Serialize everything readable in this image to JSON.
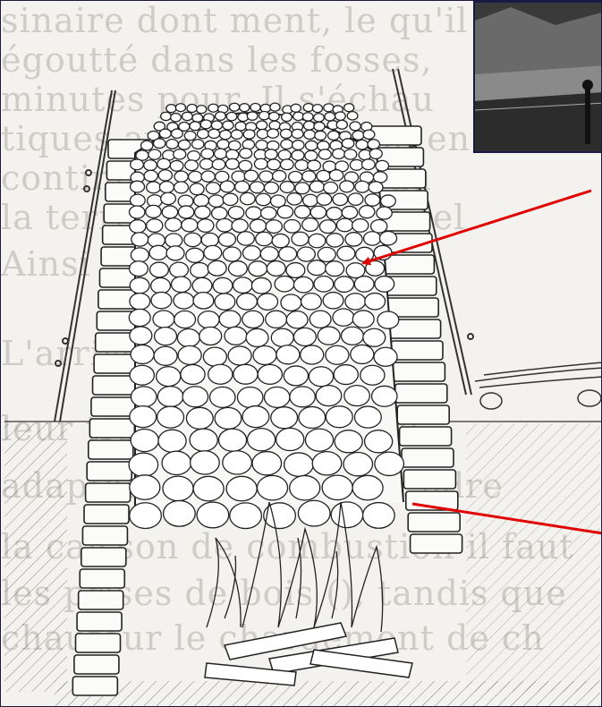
{
  "background_text_lines": [
    "sinaire dont ment, le qu'il",
    "égoutté dans les fosses,",
    "minutes pour. Il s'échau",
    "tiques avant la cuisson en l'air",
    "continue de chauffer au",
    "la terre sous ses pieds tel",
    "Ainsi",
    "",
    "L'arrivée des ouvriers",
    "",
    "leur travail hors du feu",
    "",
    "adaptée en cours de cendre",
    "",
    "la caisson de combustion il faut",
    "les prises de bois (), tandis que",
    "chaufour le chargement de ch"
  ],
  "photo": {
    "name": "kiln-site-photo"
  },
  "arrows": [
    {
      "name": "arrow-limestone-charge",
      "color": "#e00000"
    },
    {
      "name": "arrow-vault-stones",
      "color": "#e00000"
    }
  ]
}
